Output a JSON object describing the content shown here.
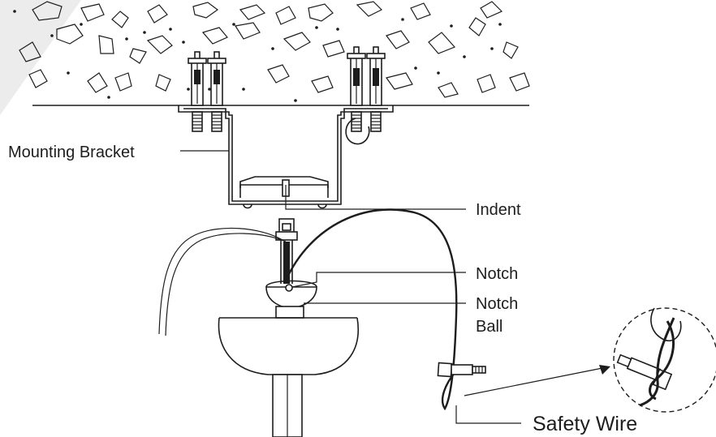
{
  "labels": {
    "mounting_bracket": "Mounting Bracket",
    "indent": "Indent",
    "notch": "Notch",
    "notch_ball_line1": "Notch",
    "notch_ball_line2": "Ball",
    "safety_wire": "Safety Wire"
  },
  "colors": {
    "line": "#1d1d1d",
    "background": "#ffffff",
    "corner_shade": "#ececec",
    "ball_fill": "#dcdcdc"
  }
}
